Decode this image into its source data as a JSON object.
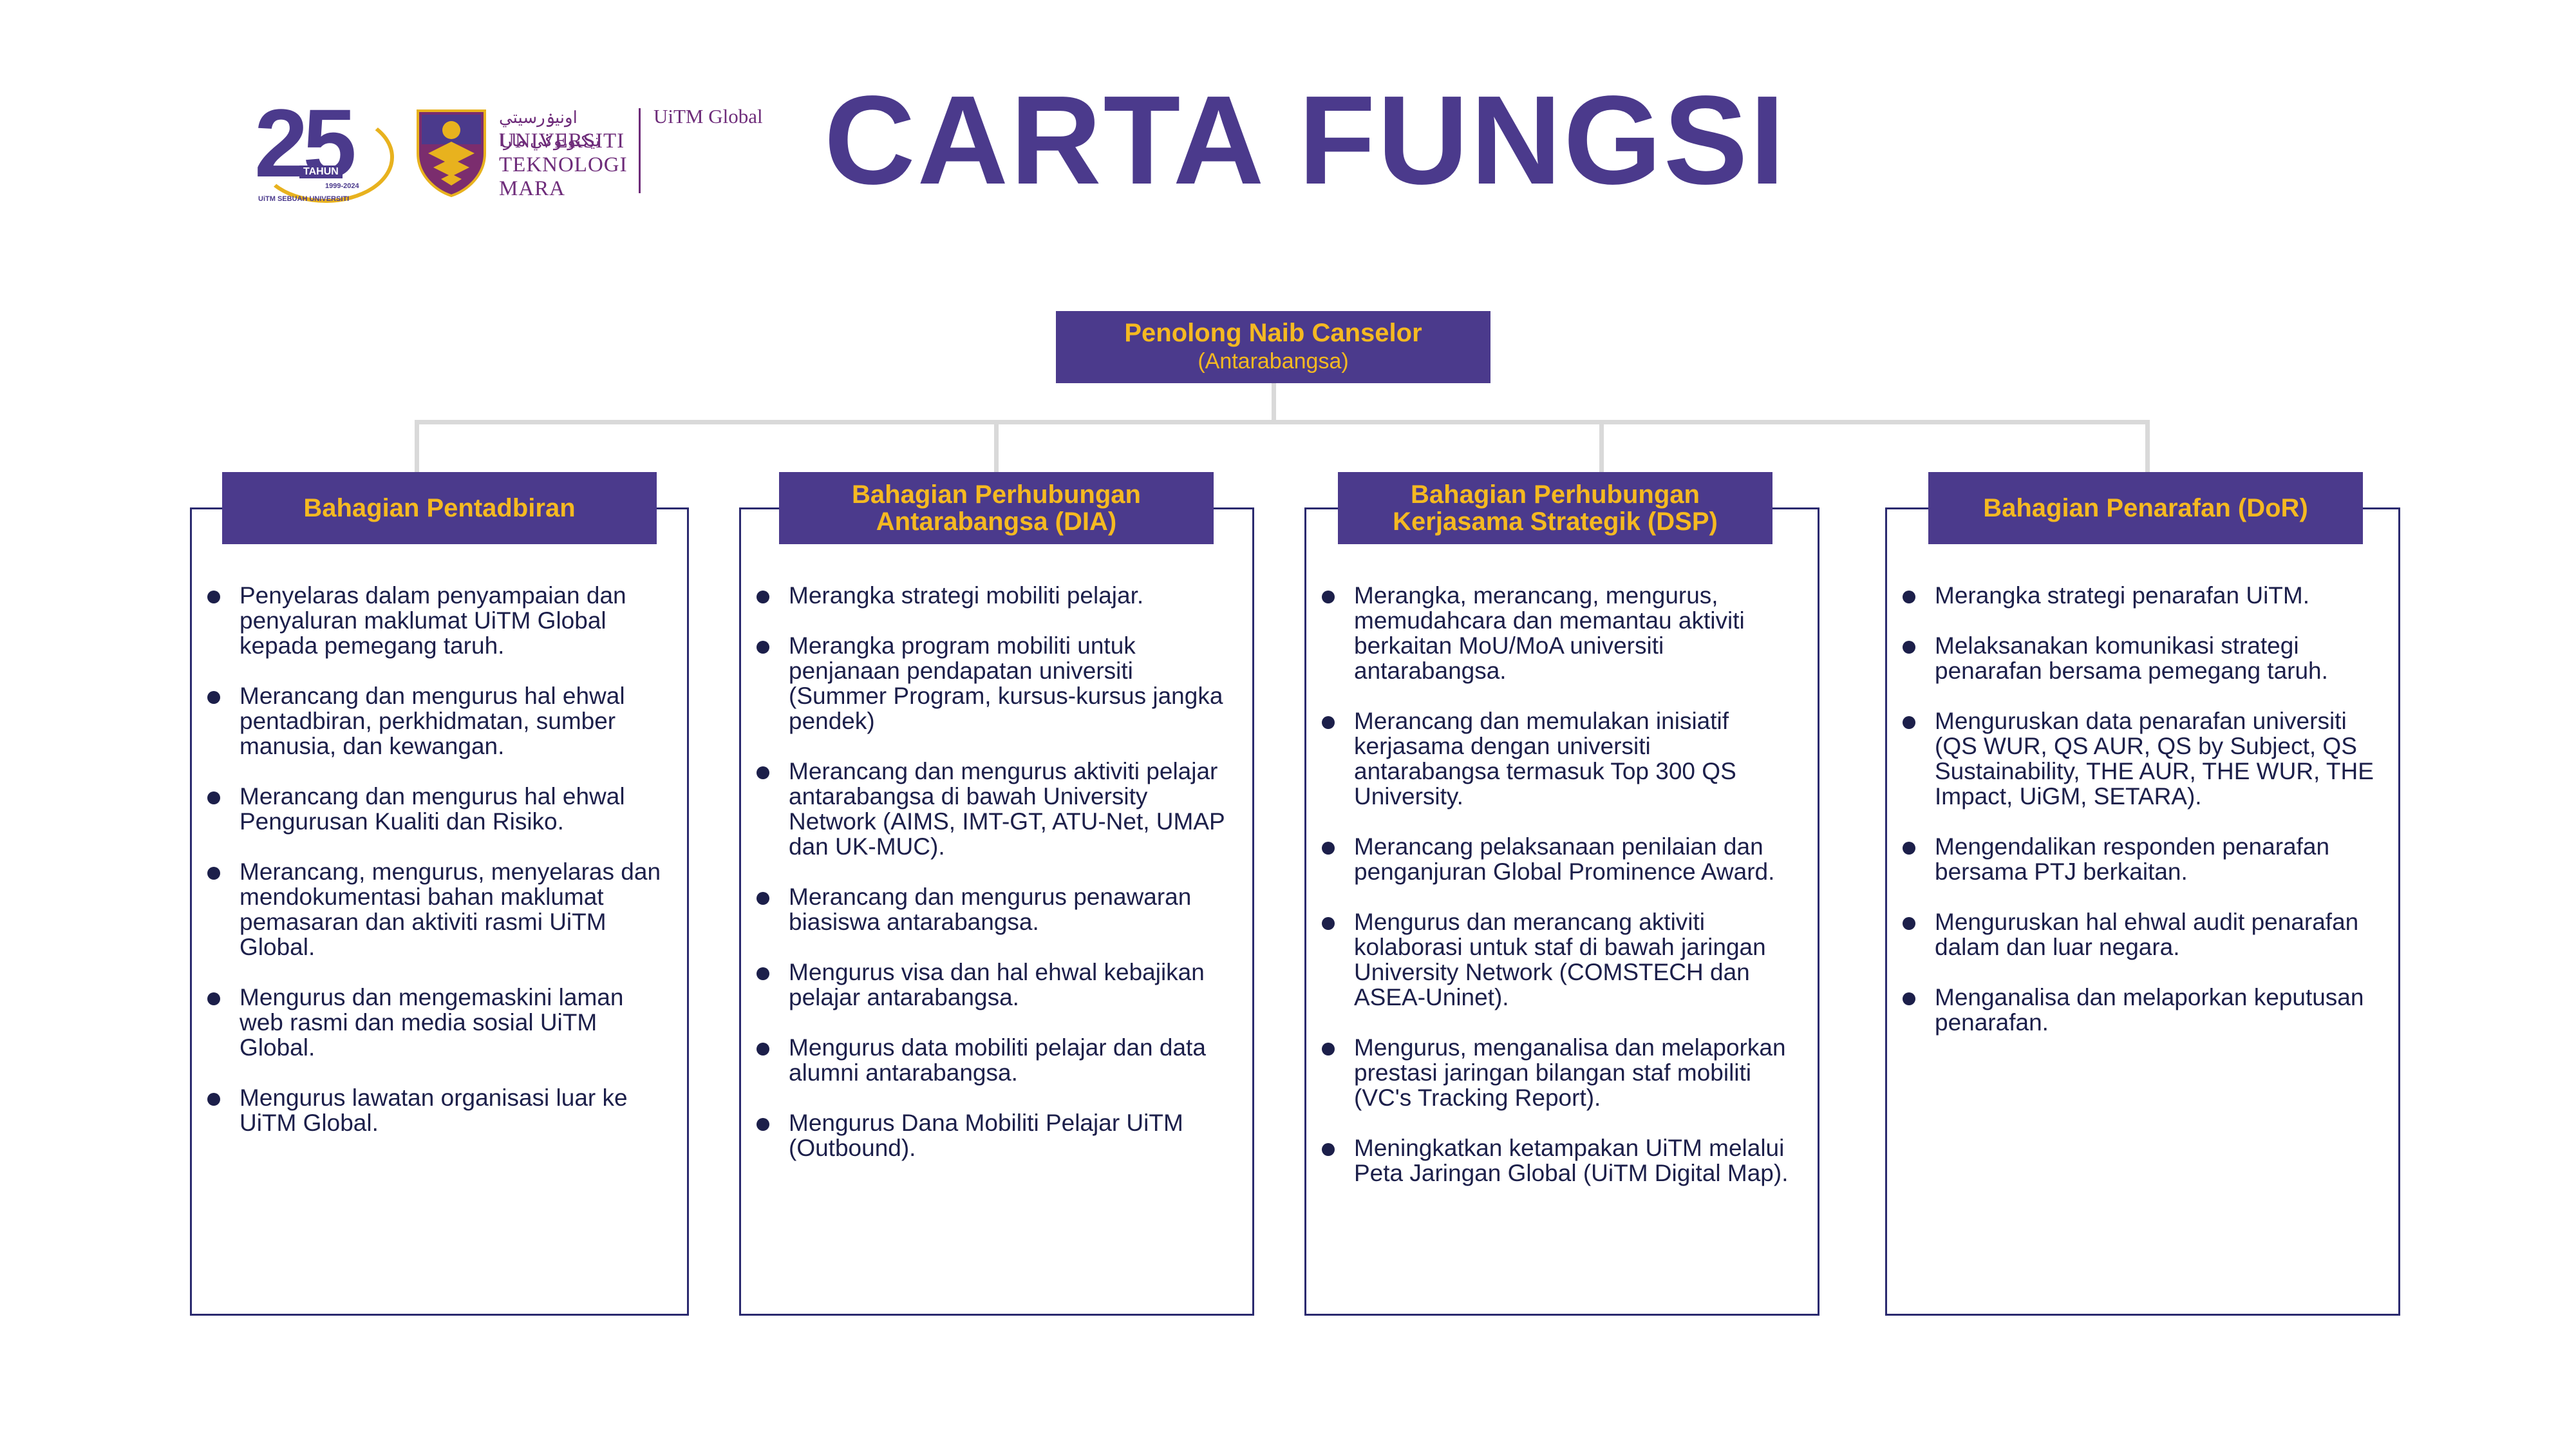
{
  "title": "CARTA FUNGSI",
  "logos": {
    "anniversary": {
      "number": "25",
      "tahun": "TAHUN",
      "years": "1999-2024",
      "tagline": "UiTM SEBUAH UNIVERSITI"
    },
    "university": {
      "arabic": "اونيۏرسيتي تيكنولوݢي مارا",
      "line1": "UNIVERSITI",
      "line2": "TEKNOLOGI",
      "line3": "MARA"
    },
    "global": "UiTM Global"
  },
  "top": {
    "title": "Penolong Naib Canselor",
    "subtitle": "(Antarabangsa)"
  },
  "columns": [
    {
      "header": "Bahagian Pentadbiran",
      "items": [
        "Penyelaras dalam penyampaian dan penyaluran maklumat UiTM Global kepada pemegang taruh.",
        "Merancang dan mengurus hal ehwal pentadbiran, perkhidmatan, sumber manusia, dan kewangan.",
        "Merancang dan mengurus hal ehwal Pengurusan Kualiti dan Risiko.",
        "Merancang, mengurus, menyelaras dan mendokumentasi bahan maklumat pemasaran dan aktiviti rasmi UiTM Global.",
        "Mengurus dan mengemaskini laman web rasmi dan media sosial UiTM Global.",
        "Mengurus lawatan organisasi luar ke UiTM Global."
      ]
    },
    {
      "header": "Bahagian Perhubungan Antarabangsa (DIA)",
      "items": [
        "Merangka strategi mobiliti pelajar.",
        "Merangka program mobiliti untuk penjanaan pendapatan universiti (Summer Program, kursus-kursus jangka pendek)",
        "Merancang dan mengurus aktiviti pelajar antarabangsa di bawah University Network (AIMS, IMT-GT, ATU-Net, UMAP dan UK-MUC).",
        "Merancang dan mengurus penawaran biasiswa antarabangsa.",
        "Mengurus visa dan hal ehwal kebajikan pelajar antarabangsa.",
        "Mengurus data mobiliti pelajar dan data alumni antarabangsa.",
        "Mengurus Dana Mobiliti Pelajar UiTM (Outbound)."
      ]
    },
    {
      "header": "Bahagian Perhubungan Kerjasama Strategik (DSP)",
      "items": [
        "Merangka, merancang, mengurus, memudahcara dan memantau aktiviti berkaitan MoU/MoA universiti antarabangsa.",
        "Merancang dan memulakan inisiatif kerjasama dengan universiti antarabangsa termasuk Top 300 QS University.",
        "Merancang pelaksanaan penilaian dan penganjuran Global Prominence Award.",
        "Mengurus dan merancang aktiviti kolaborasi untuk staf di bawah jaringan University Network (COMSTECH dan ASEA-Uninet).",
        "Mengurus, menganalisa dan melaporkan prestasi jaringan bilangan staf mobiliti (VC's Tracking Report).",
        "Meningkatkan ketampakan UiTM melalui Peta Jaringan Global (UiTM Digital Map)."
      ]
    },
    {
      "header": "Bahagian Penarafan (DoR)",
      "items": [
        "Merangka strategi penarafan UiTM.",
        "Melaksanakan komunikasi strategi penarafan bersama pemegang taruh.",
        "Menguruskan data penarafan universiti (QS WUR, QS AUR, QS by Subject, QS Sustainability, THE AUR, THE WUR, THE Impact, UiGM, SETARA).",
        "Mengendalikan responden penarafan bersama PTJ berkaitan.",
        "Menguruskan hal ehwal audit penarafan dalam dan luar negara.",
        "Menganalisa dan melaporkan keputusan penarafan."
      ]
    }
  ],
  "colors": {
    "primary": "#4b3a8c",
    "accent": "#f5b921",
    "text": "#1c1f4a",
    "connector": "#d9d9d9"
  }
}
